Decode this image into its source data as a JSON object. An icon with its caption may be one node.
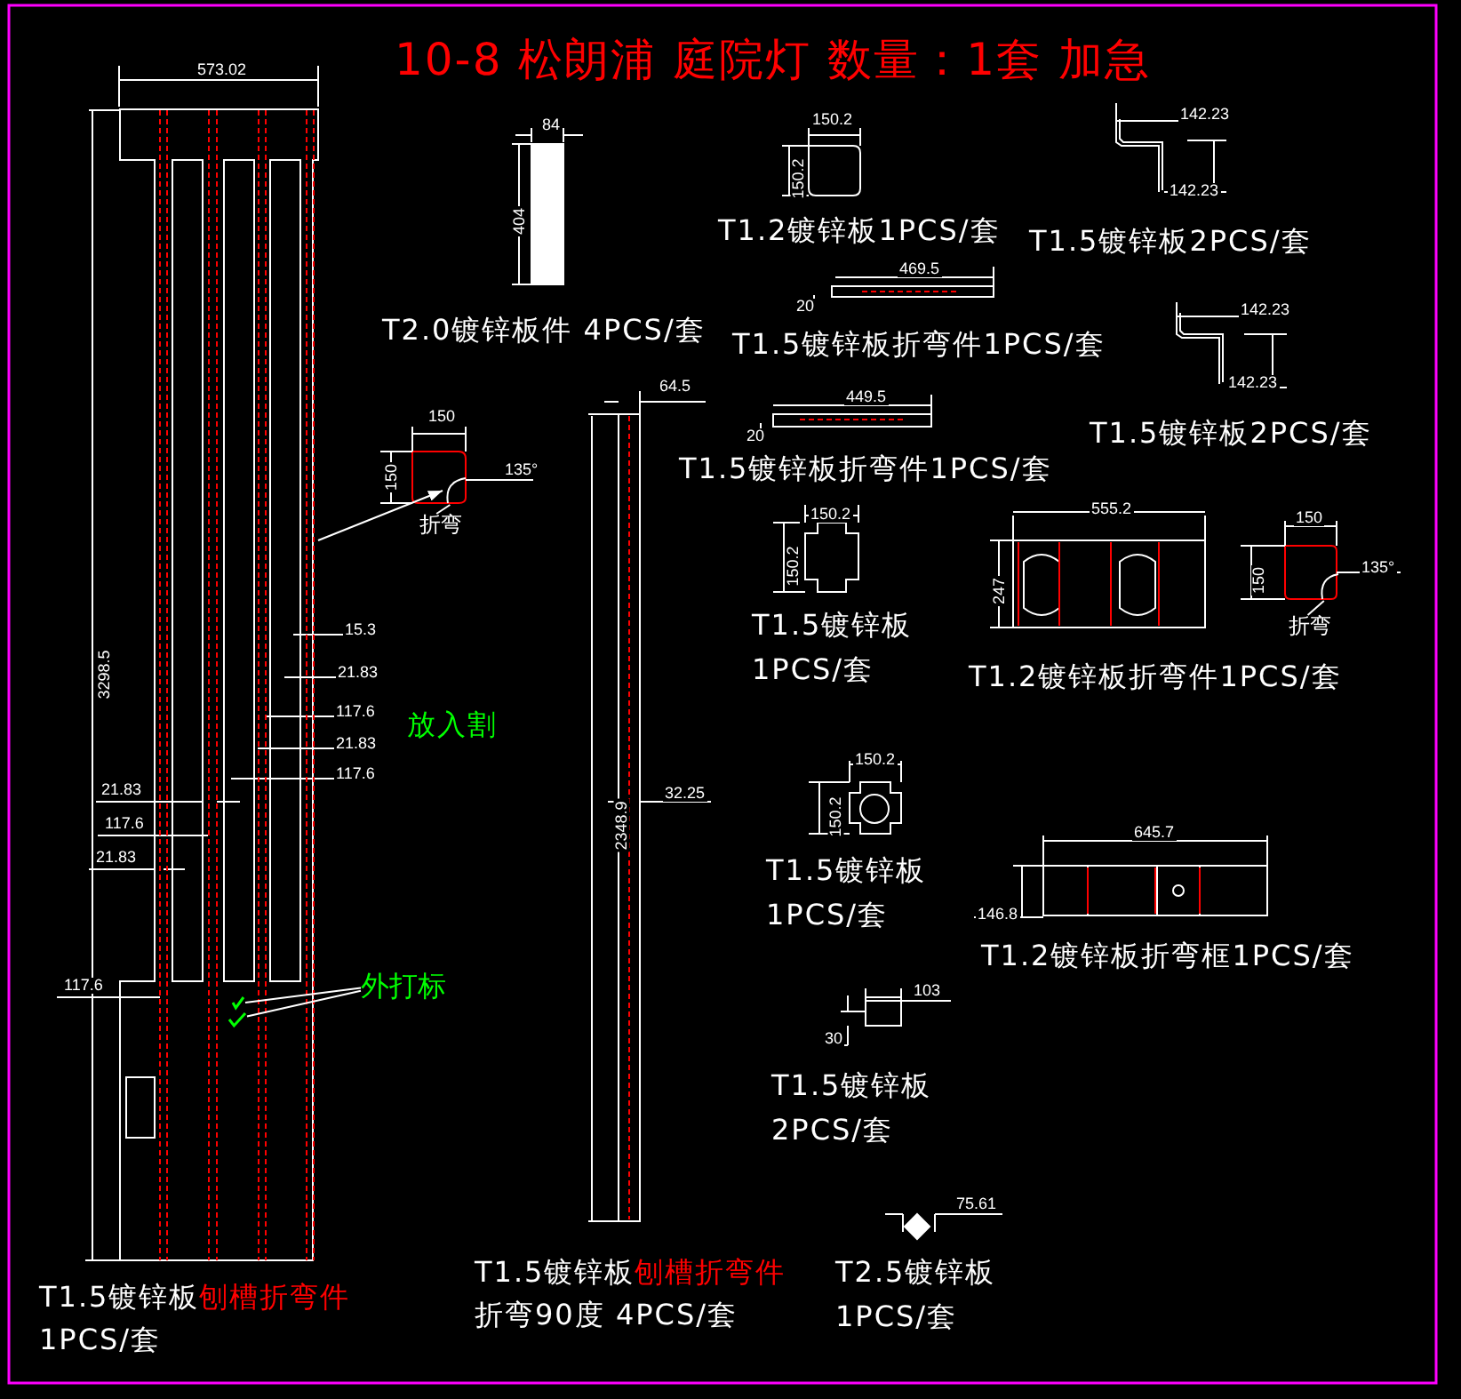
{
  "diagram": {
    "title": "10-8 松朗浦 庭院灯 数量：1套 加急",
    "nodes": [
      {
        "text": [
          "折弯"
        ]
      },
      {
        "text": [],
        "shape": "arc"
      },
      {
        "text": [],
        "shape": "picture"
      },
      {
        "text": [
          "折弯"
        ]
      },
      {
        "text": [],
        "shape": "arc"
      },
      {
        "text": [
          "外打标"
        ]
      },
      {
        "text": [],
        "shape": "mark",
        "in": 2
      },
      {
        "text": [],
        "shape": "mark",
        "in": 2
      }
    ],
    "edges": [
      {
        "from": 0,
        "to": 1,
        "arrow": "none"
      },
      {
        "from": 2,
        "to": 1,
        "arrow": "to"
      },
      {
        "from": 3,
        "to": 4,
        "arrow": "none"
      },
      {
        "from": 5,
        "to": 6,
        "arrow": "none"
      },
      {
        "from": 5,
        "to": 7,
        "arrow": "none"
      }
    ],
    "labels": [
      "573.02",
      "3298.5",
      "15.3",
      "21.83",
      "117.6",
      "21.83",
      "117.6",
      "21.83",
      "117.6",
      "21.83",
      "117.6",
      "放入割",
      "T1.5镀锌板",
      "刨槽折弯件",
      "1PCS/套",
      "84",
      "404",
      "T2.0镀锌板件 4PCS/套",
      "150",
      "150",
      "135°",
      "64.5",
      "2348.9",
      "32.25",
      "T1.5镀锌板",
      "刨槽折弯件",
      "折弯90度 4PCS/套",
      "150.2",
      "150.2",
      "T1.2镀锌板1PCS/套",
      "469.5",
      "20",
      "T1.5镀锌板折弯件1PCS/套",
      "449.5",
      "20",
      "T1.5镀锌板折弯件1PCS/套",
      "142.23",
      "142.23",
      "T1.5镀锌板2PCS/套",
      "142.23",
      "142.23",
      "T1.5镀锌板2PCS/套",
      "150.2",
      "150.2",
      "T1.5镀锌板",
      "1PCS/套",
      "555.2",
      "247",
      "T1.2镀锌板折弯件1PCS/套",
      "150",
      "150",
      "135°",
      "150.2",
      "150.2",
      "T1.5镀锌板",
      "1PCS/套",
      "645.7",
      "146.8",
      "T1.2镀锌板折弯框1PCS/套",
      "103",
      "30",
      "T1.5镀锌板",
      "2PCS/套",
      "75.61",
      "T2.5镀锌板",
      "1PCS/套"
    ]
  }
}
